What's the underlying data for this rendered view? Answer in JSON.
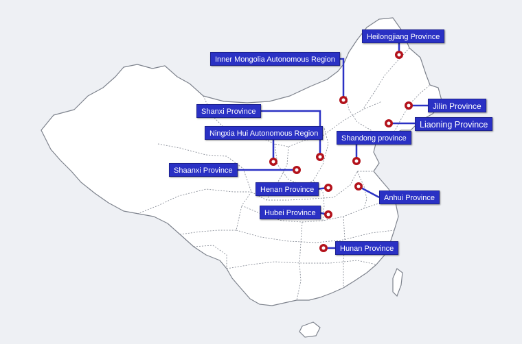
{
  "map": {
    "colors": {
      "background": "#eef0f4",
      "land": "#ffffff",
      "border": "#8a8f99",
      "label_bg": "#2a31c4",
      "label_text": "#ffffff",
      "connector": "#2a31c4",
      "marker": "#b3121b"
    },
    "markers": [
      {
        "id": "heilongjiang",
        "label": "Heilongjiang Province"
      },
      {
        "id": "inner-mongolia",
        "label": "Inner Mongolia Autonomous Region"
      },
      {
        "id": "jilin",
        "label": "Jilin Province"
      },
      {
        "id": "liaoning",
        "label": "Liaoning Province"
      },
      {
        "id": "shanxi",
        "label": "Shanxi Province"
      },
      {
        "id": "ningxia",
        "label": "Ningxia Hui Autonomous Region"
      },
      {
        "id": "shandong",
        "label": "Shandong province"
      },
      {
        "id": "shaanxi",
        "label": "Shaanxi Province"
      },
      {
        "id": "henan",
        "label": "Henan Province"
      },
      {
        "id": "anhui",
        "label": "Anhui Province"
      },
      {
        "id": "hubei",
        "label": "Hubei Province"
      },
      {
        "id": "hunan",
        "label": "Hunan Province"
      }
    ]
  }
}
